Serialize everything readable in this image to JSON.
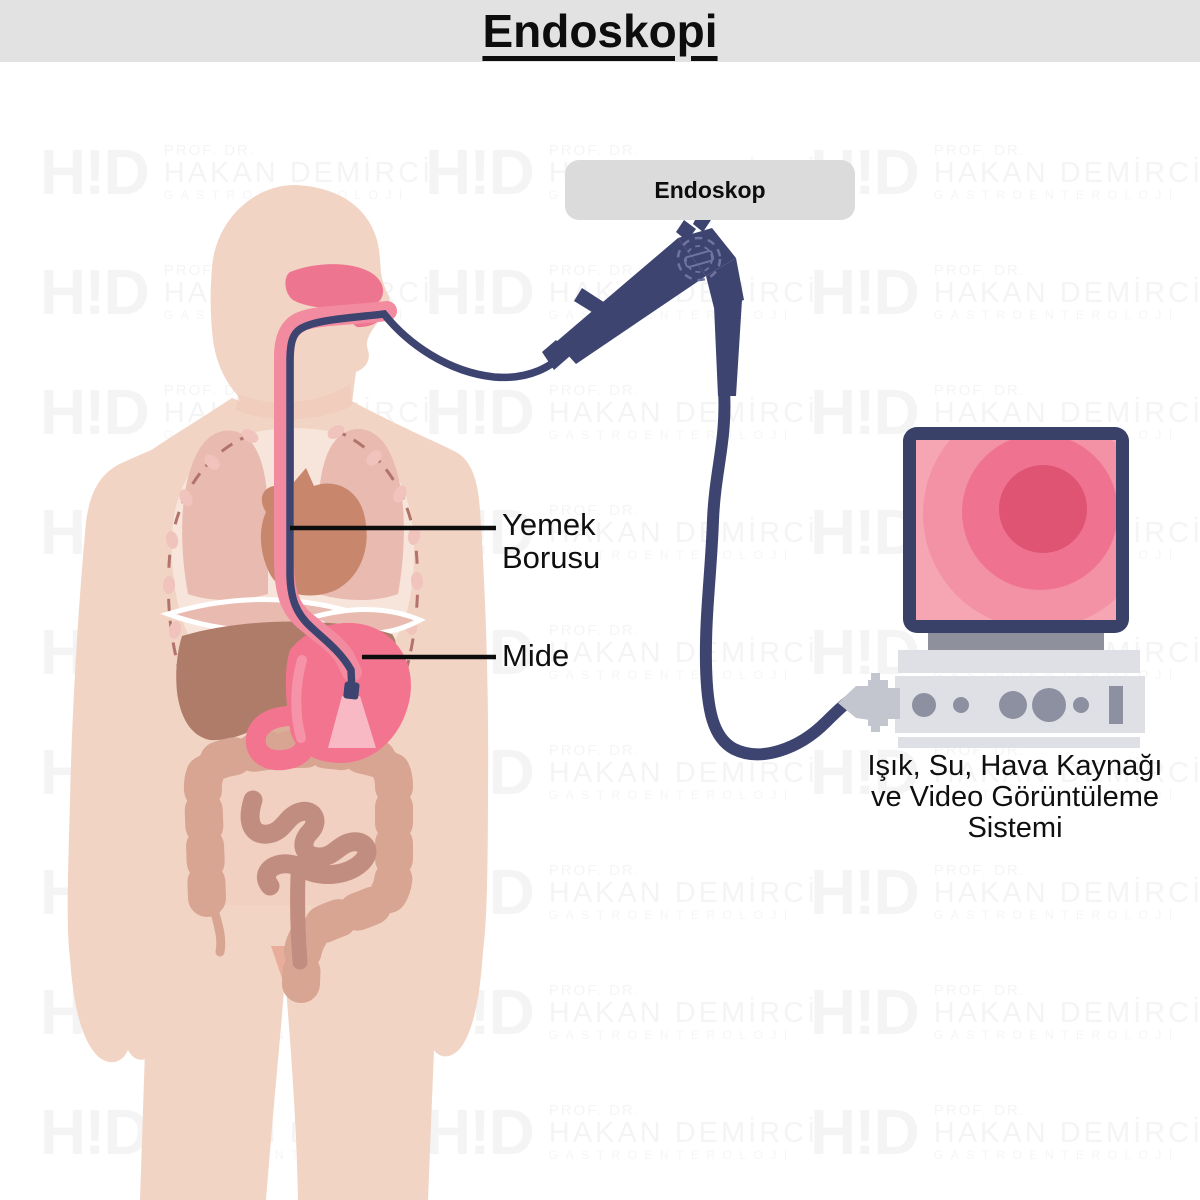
{
  "title": "Endoskopi",
  "watermark": {
    "logo": "H!D",
    "line1": "PROF. DR.",
    "line2": "HAKAN DEMİRCİ",
    "line3": "GASTROENTEROLOJİ"
  },
  "labels": {
    "endoscope": "Endoskop",
    "esophagus": [
      "Yemek",
      "Borusu"
    ],
    "stomach": "Mide",
    "system": [
      "Işık, Su, Hava Kaynağı",
      "ve Video Görüntüleme",
      "Sistemi"
    ]
  },
  "colors": {
    "title_bar": "#e2e2e2",
    "label_box": "#dbdbdb",
    "skin": "#f2d4c5",
    "skin_shadow": "#eec6b4",
    "chest_cavity": "#f7e4da",
    "lung": "#e9baaf",
    "rib": "#b2736b",
    "heart": "#c8866d",
    "liver": "#b07c6a",
    "colon": "#d8a593",
    "small_intestine": "#c28d81",
    "stomach_pink": "#f3748f",
    "mouth_pink": "#ee7590",
    "esophagus_band": "#f28ba0",
    "endoscope_navy": "#3d4470",
    "monitor_frame": "#3a4168",
    "screen_pink_outer": "#f6a6b3",
    "screen_pink_center": "#de5472",
    "device_gray": "#dfe0e5",
    "button_gray": "#8d90a0",
    "text_black": "#0d0d0d"
  }
}
